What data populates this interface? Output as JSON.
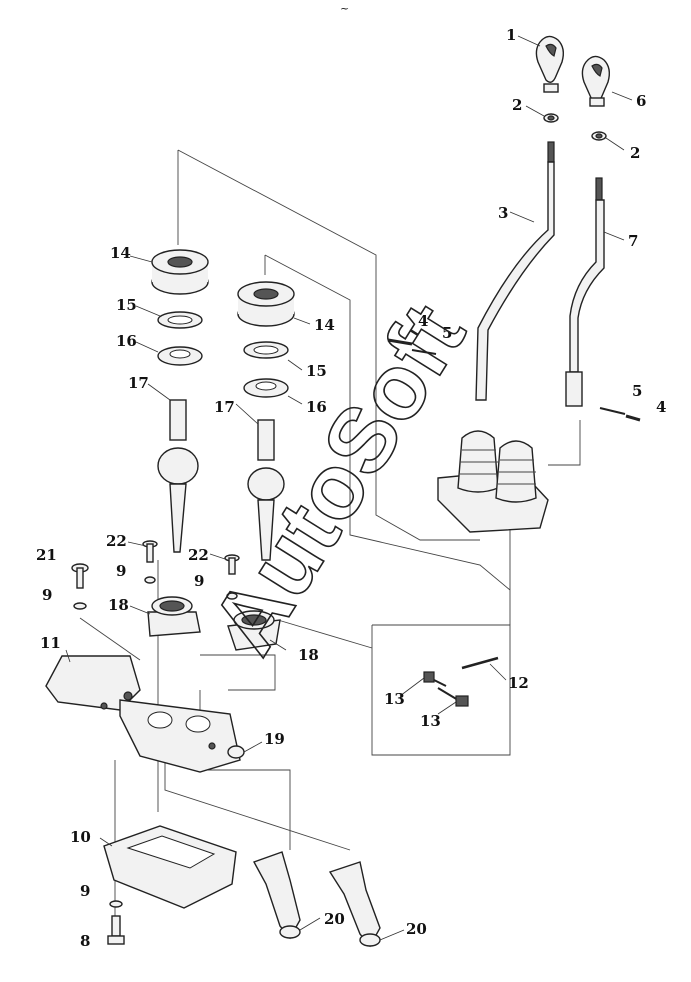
{
  "top_mark": "~",
  "watermark": "AutoSoft",
  "callouts": [
    {
      "id": "c1",
      "text": "1"
    },
    {
      "id": "c2a",
      "text": "2"
    },
    {
      "id": "c2b",
      "text": "2"
    },
    {
      "id": "c3",
      "text": "3"
    },
    {
      "id": "c4a",
      "text": "4"
    },
    {
      "id": "c4b",
      "text": "4"
    },
    {
      "id": "c5a",
      "text": "5"
    },
    {
      "id": "c5b",
      "text": "5"
    },
    {
      "id": "c6",
      "text": "6"
    },
    {
      "id": "c7",
      "text": "7"
    },
    {
      "id": "c8",
      "text": "8"
    },
    {
      "id": "c9a",
      "text": "9"
    },
    {
      "id": "c9b",
      "text": "9"
    },
    {
      "id": "c9c",
      "text": "9"
    },
    {
      "id": "c9d",
      "text": "9"
    },
    {
      "id": "c10",
      "text": "10"
    },
    {
      "id": "c11",
      "text": "11"
    },
    {
      "id": "c12",
      "text": "12"
    },
    {
      "id": "c13a",
      "text": "13"
    },
    {
      "id": "c13b",
      "text": "13"
    },
    {
      "id": "c14a",
      "text": "14"
    },
    {
      "id": "c14b",
      "text": "14"
    },
    {
      "id": "c15a",
      "text": "15"
    },
    {
      "id": "c15b",
      "text": "15"
    },
    {
      "id": "c16a",
      "text": "16"
    },
    {
      "id": "c16b",
      "text": "16"
    },
    {
      "id": "c17a",
      "text": "17"
    },
    {
      "id": "c17b",
      "text": "17"
    },
    {
      "id": "c18a",
      "text": "18"
    },
    {
      "id": "c18b",
      "text": "18"
    },
    {
      "id": "c19",
      "text": "19"
    },
    {
      "id": "c20a",
      "text": "20"
    },
    {
      "id": "c20b",
      "text": "20"
    },
    {
      "id": "c21",
      "text": "21"
    },
    {
      "id": "c22a",
      "text": "22"
    },
    {
      "id": "c22b",
      "text": "22"
    }
  ]
}
